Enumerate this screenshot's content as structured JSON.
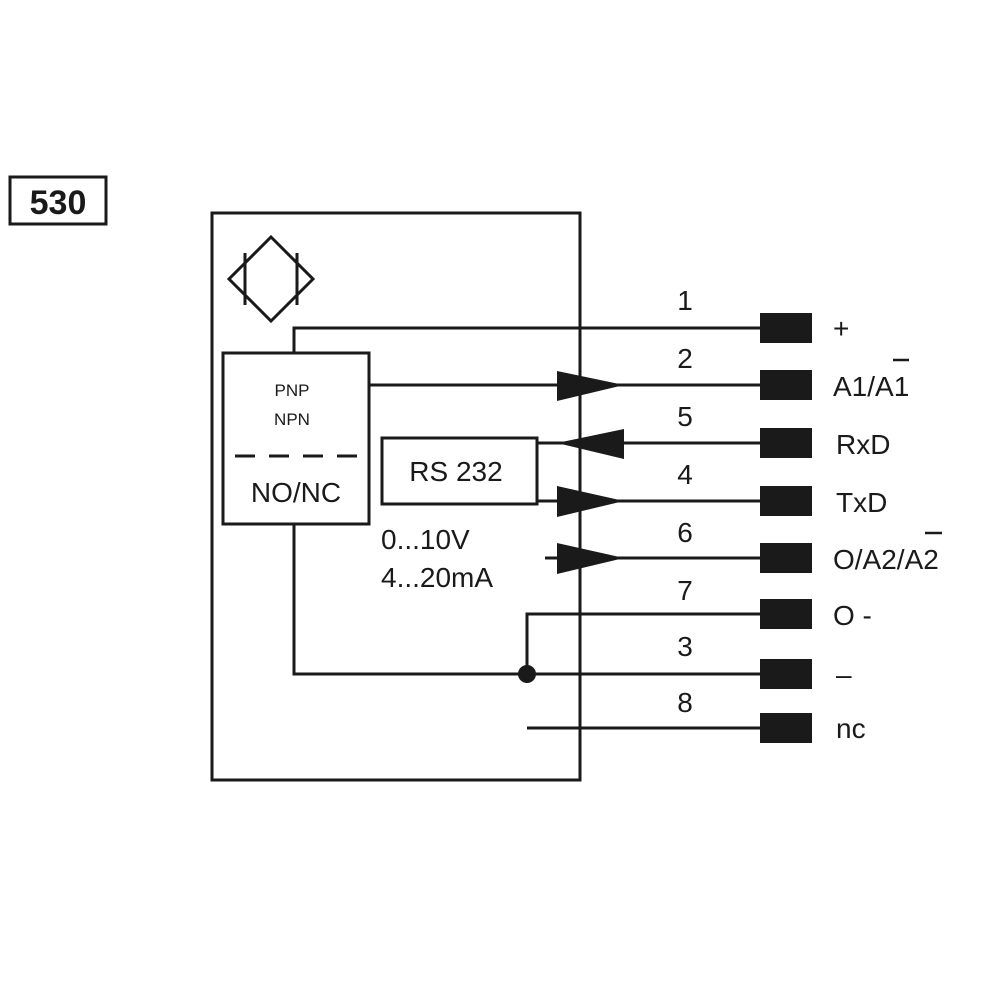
{
  "diagram_code": "530",
  "output_block": {
    "type_lines": [
      "PNP",
      "NPN"
    ],
    "mode": "NO/NC"
  },
  "interface_block": {
    "label": "RS 232"
  },
  "analog_ranges": [
    "0...10V",
    "4...20mA"
  ],
  "pins": [
    {
      "number": "1",
      "signal": "+"
    },
    {
      "number": "2",
      "signal": "A1/A1",
      "overbar_char": 3
    },
    {
      "number": "5",
      "signal": "RxD"
    },
    {
      "number": "4",
      "signal": "TxD"
    },
    {
      "number": "6",
      "signal": "O/A2/A2",
      "overbar_char": 5
    },
    {
      "number": "7",
      "signal": "O -"
    },
    {
      "number": "3",
      "signal": "–"
    },
    {
      "number": "8",
      "signal": "nc"
    }
  ],
  "colors": {
    "line": "#1a1a1a",
    "background": "#ffffff"
  }
}
